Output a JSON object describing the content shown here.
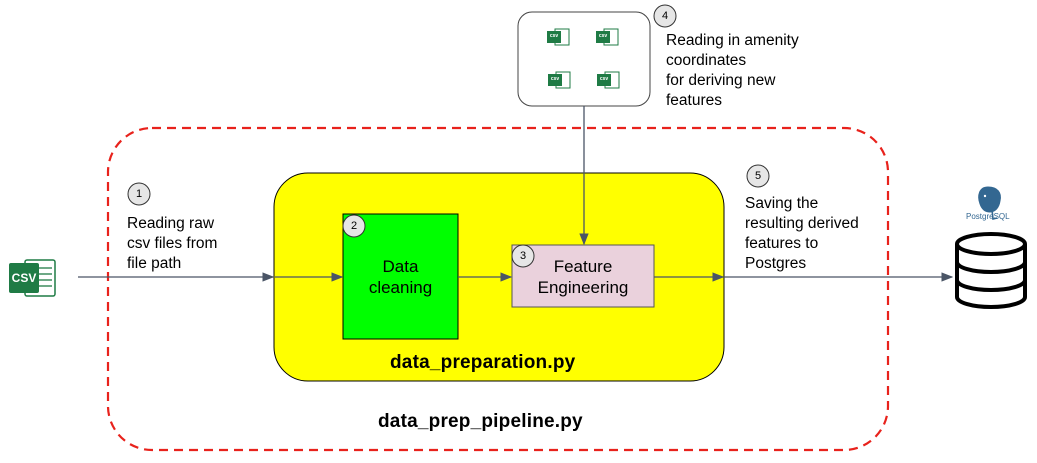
{
  "pipeline": {
    "title": "data_prep_pipeline.py"
  },
  "preparation": {
    "title": "data_preparation.py"
  },
  "steps": [
    {
      "number": "1",
      "text": "Reading raw\ncsv files from\nfile path"
    },
    {
      "number": "2",
      "text": "Data\ncleaning"
    },
    {
      "number": "3",
      "text": "Feature\nEngineering"
    },
    {
      "number": "4",
      "text": "Reading in amenity\ncoordinates\nfor deriving new\nfeatures"
    },
    {
      "number": "5",
      "text": "Saving the\nresulting derived\nfeatures to\nPostgres"
    }
  ],
  "icons": {
    "csv_label": "CSV",
    "mini_csv_label": "csv",
    "postgres_label": "PostgreSQL"
  },
  "colors": {
    "pipeline_border": "#e8221c",
    "preparation_fill": "#ffff00",
    "cleaning_fill": "#00ff00",
    "engineering_fill": "#ead1dc",
    "arrow": "#4a5566",
    "excel_green": "#1f7b45"
  }
}
